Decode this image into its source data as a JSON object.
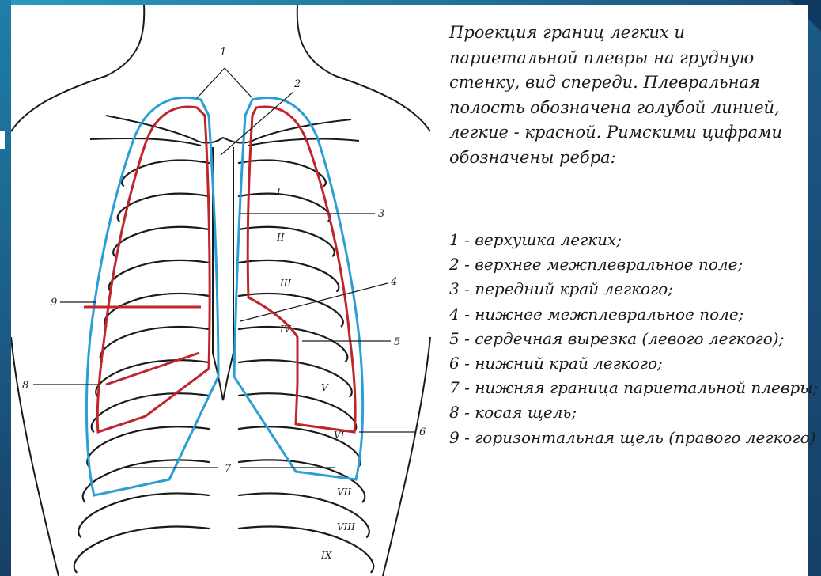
{
  "caption": "Проекция границ легких и париетальной плевры на грудную стенку, вид спереди. Плевральная полость обозначена голубой линией, легкие - красной. Римскими цифрами обозначены ребра:",
  "legend": [
    "1 - верхушка легких;",
    "2 - верхнее межплевральное поле;",
    "3 - передний край легкого;",
    "4 - нижнее межплевральное поле;",
    "5 - сердечная вырезка (левого легкого);",
    "6 - нижний край легкого;",
    "7 - нижняя граница париетальной плевры;",
    "8 - косая щель;",
    "9 - горизонтальная щель (правого легкого)"
  ],
  "diagram": {
    "callout_numbers": [
      "1",
      "2",
      "3",
      "4",
      "5",
      "6",
      "7",
      "8",
      "9"
    ],
    "rib_numerals": [
      "I",
      "II",
      "III",
      "IV",
      "V",
      "VI",
      "VII",
      "VIII",
      "IX"
    ],
    "colors": {
      "pleura": "#2a9fd6",
      "lung": "#c0242c",
      "outline": "#1a1a1a"
    }
  }
}
